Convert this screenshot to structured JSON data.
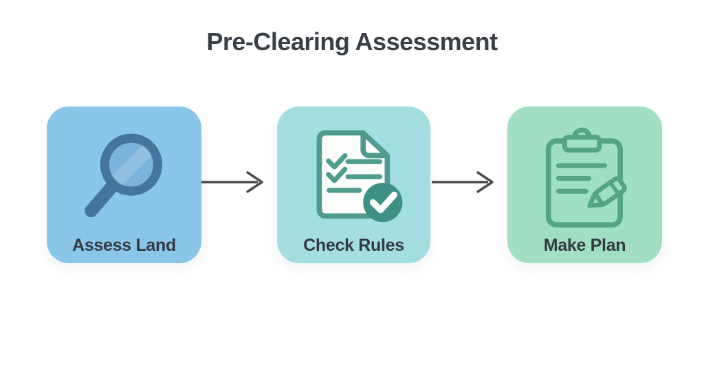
{
  "title": "Pre-Clearing Assessment",
  "steps": [
    {
      "label": "Assess Land",
      "icon": "magnifier-icon"
    },
    {
      "label": "Check Rules",
      "icon": "checklist-document-icon"
    },
    {
      "label": "Make Plan",
      "icon": "clipboard-pencil-icon"
    }
  ],
  "connectors": [
    {
      "icon": "arrow-right-icon"
    },
    {
      "icon": "arrow-right-icon"
    }
  ],
  "colors": {
    "background": "#ffffff",
    "title_text": "#3a3f46",
    "label_text": "#343a42",
    "arrow": "#4b4b4b",
    "step1_bg": "#89c6ea",
    "step2_bg": "#a3dee0",
    "step3_bg": "#a0dfc1",
    "magnifier_stroke": "#45759f",
    "magnifier_lens": "#7cb4db",
    "document_stroke": "#4f9c8e",
    "document_page": "#fdfdfd",
    "check_badge": "#3d9184",
    "clipboard_stroke": "#55a57f"
  }
}
